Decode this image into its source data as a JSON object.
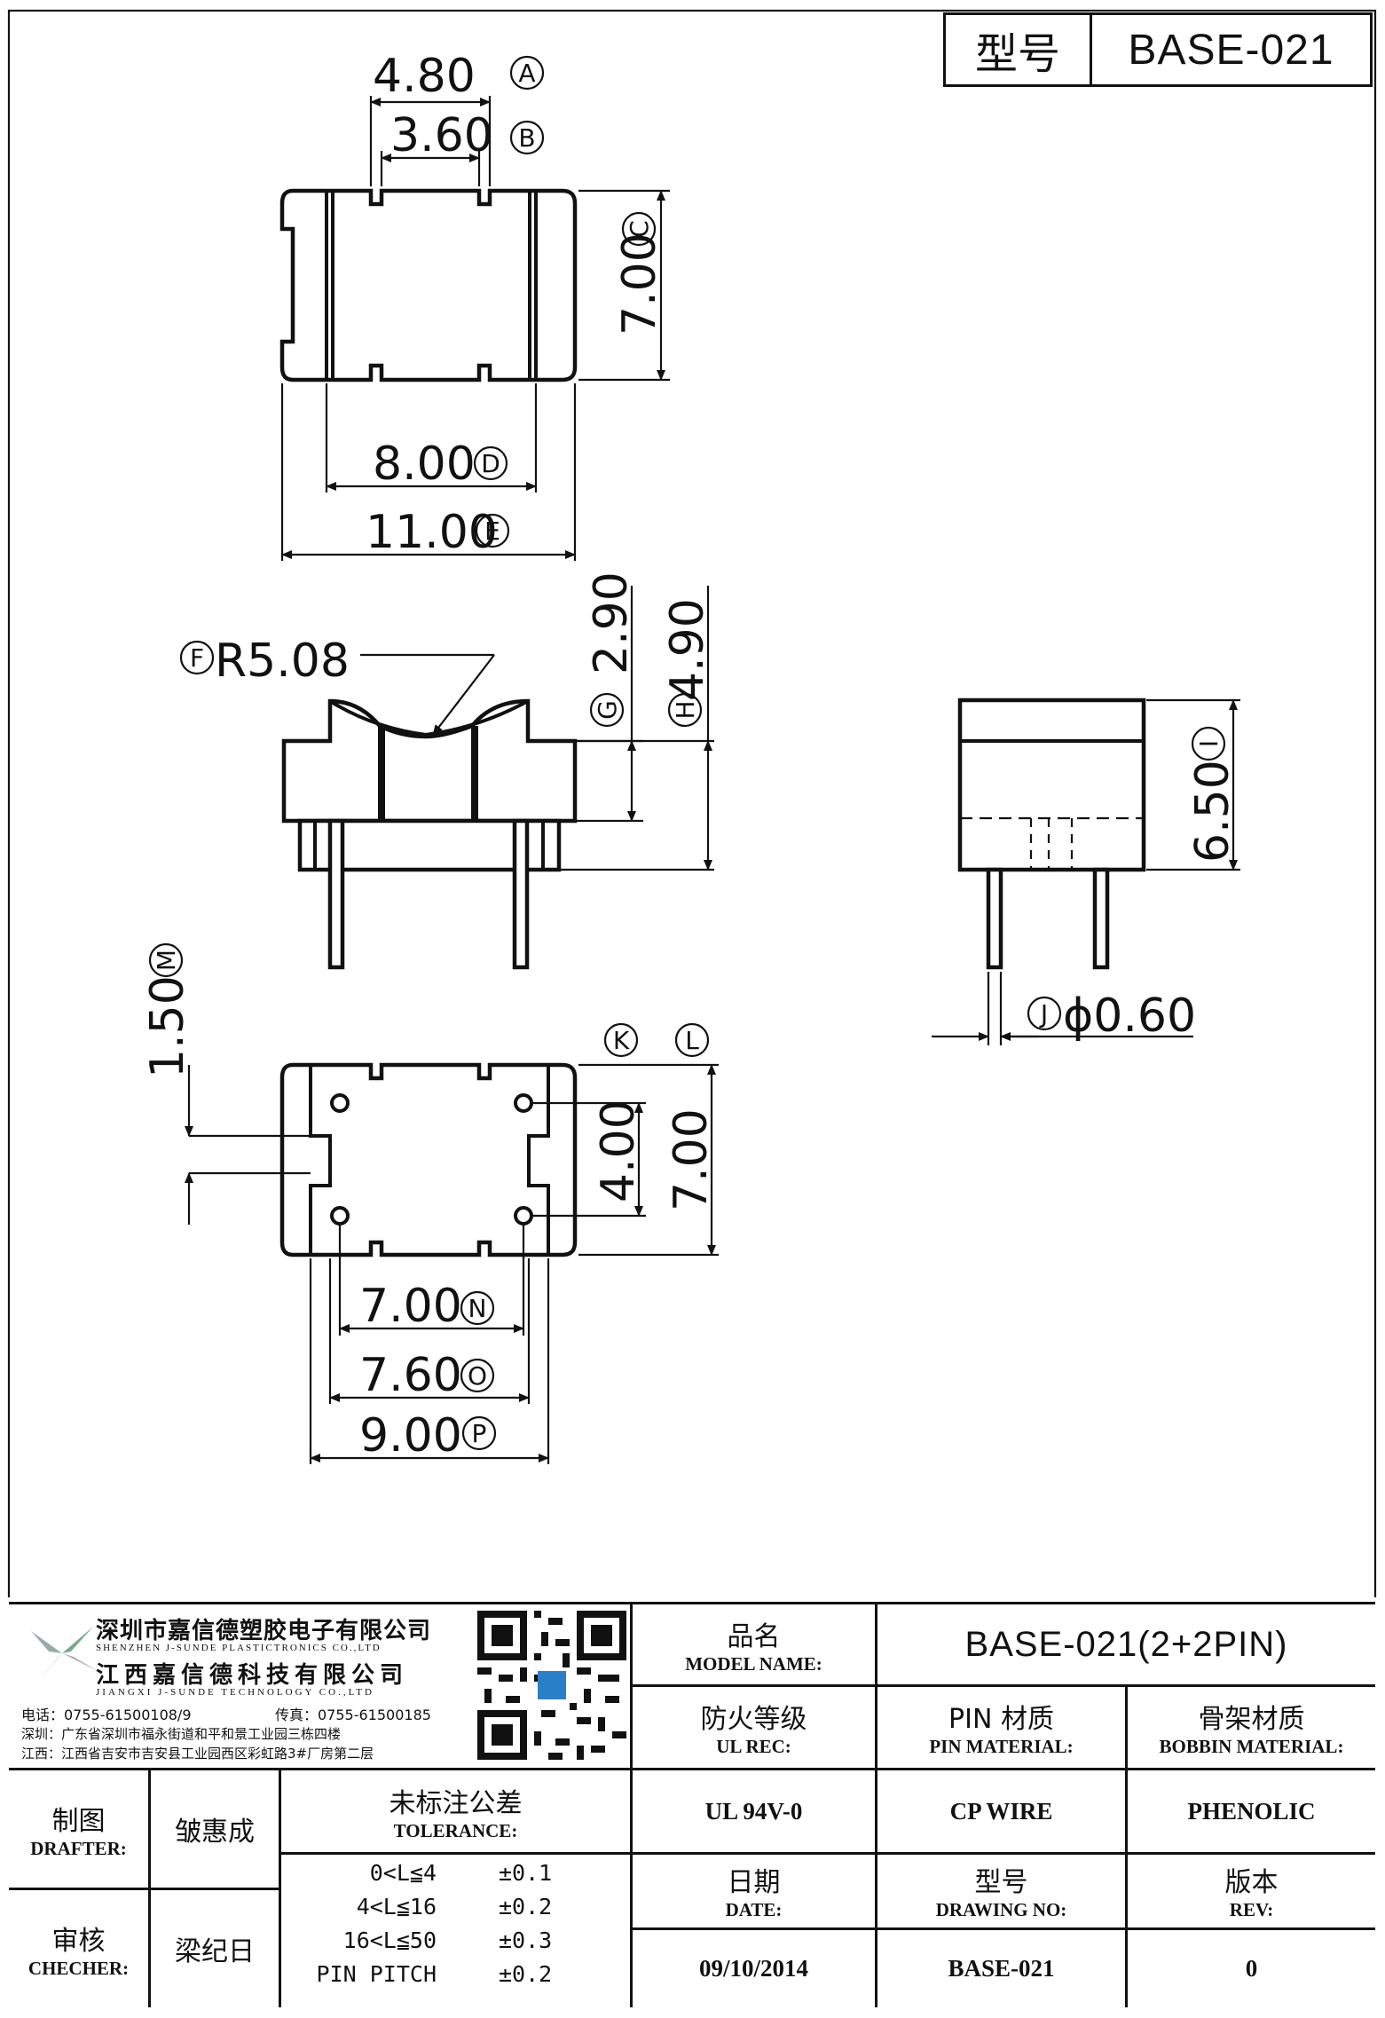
{
  "header": {
    "label": "型号",
    "model": "BASE-021"
  },
  "dimensions": {
    "A": {
      "value": "4.80",
      "letter": "A"
    },
    "B": {
      "value": "3.60",
      "letter": "B"
    },
    "C": {
      "value": "7.00",
      "letter": "C"
    },
    "D": {
      "value": "8.00",
      "letter": "D"
    },
    "E": {
      "value": "11.00",
      "letter": "E"
    },
    "F": {
      "value": "R5.08",
      "letter": "F"
    },
    "G": {
      "value": "2.90",
      "letter": "G"
    },
    "H": {
      "value": "4.90",
      "letter": "H"
    },
    "I": {
      "value": "6.50",
      "letter": "I"
    },
    "J": {
      "value": "ϕ0.60",
      "letter": "J"
    },
    "K": {
      "value": "4.00",
      "letter": "K"
    },
    "L": {
      "value": "7.00",
      "letter": "L"
    },
    "M": {
      "value": "1.50",
      "letter": "M"
    },
    "N": {
      "value": "7.00",
      "letter": "N"
    },
    "O": {
      "value": "7.60",
      "letter": "O"
    },
    "P": {
      "value": "9.00",
      "letter": "P"
    }
  },
  "company": {
    "name_sz": "深圳市嘉信德塑胶电子有限公司",
    "name_sz_en": "SHENZHEN J-SUNDE PLASTICTRONICS CO.,LTD",
    "name_jx": "江西嘉信德科技有限公司",
    "name_jx_en": "JIANGXI J-SUNDE TECHNOLOGY CO.,LTD",
    "phone": "电话：0755-61500108/9",
    "fax": "传真：0755-61500185",
    "addr_sz": "深圳：广东省深圳市福永街道和平和景工业园三栋四楼",
    "addr_jx": "江西：江西省吉安市吉安县工业园西区彩虹路3#厂房第二层"
  },
  "title_block": {
    "model_name_zh": "品名",
    "model_name_en": "MODEL NAME:",
    "model_name_value": "BASE-021(2+2PIN)",
    "ul_zh": "防火等级",
    "ul_en": "UL REC:",
    "pin_zh": "PIN 材质",
    "pin_en": "PIN MATERIAL:",
    "bobbin_zh": "骨架材质",
    "bobbin_en": "BOBBIN MATERIAL:",
    "ul_value": "UL 94V-0",
    "pin_value": "CP WIRE",
    "bobbin_value": "PHENOLIC",
    "drafter_zh": "制图",
    "drafter_en": "DRAFTER:",
    "drafter_value": "皱惠成",
    "checker_zh": "审核",
    "checker_en": "CHECHER:",
    "checker_value": "梁纪日",
    "tolerance_zh": "未标注公差",
    "tolerance_en": "TOLERANCE:",
    "tolerances": [
      {
        "range": "0<L≦4",
        "tol": "±0.1"
      },
      {
        "range": "4<L≦16",
        "tol": "±0.2"
      },
      {
        "range": "16<L≦50",
        "tol": "±0.3"
      },
      {
        "range": "PIN PITCH",
        "tol": "±0.2"
      }
    ],
    "date_zh": "日期",
    "date_en": "DATE:",
    "date_value": "09/10/2014",
    "drawing_no_zh": "型号",
    "drawing_no_en": "DRAWING NO:",
    "drawing_no_value": "BASE-021",
    "rev_zh": "版本",
    "rev_en": "REV:",
    "rev_value": "0"
  }
}
